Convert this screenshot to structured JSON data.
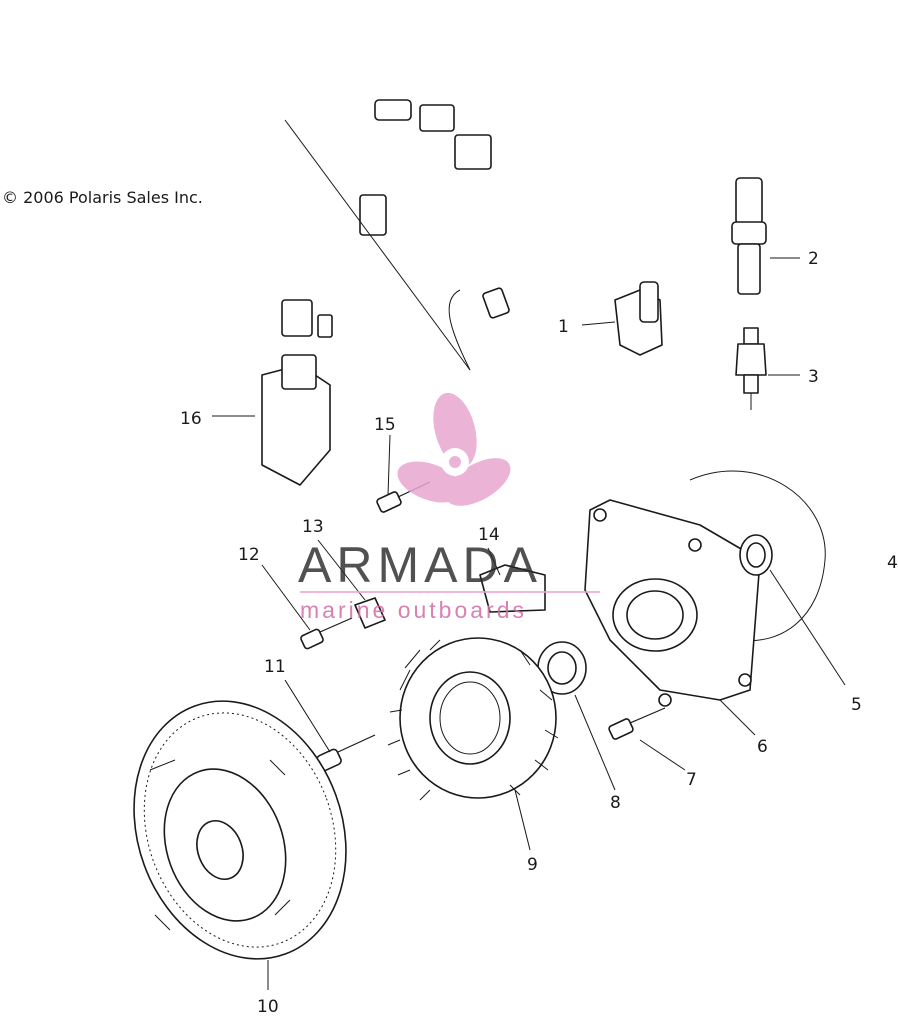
{
  "copyright": "© 2006 Polaris Sales Inc.",
  "watermark": {
    "title": "ARMADA",
    "subtitle": "marine outboards",
    "color": "#e8a6cf"
  },
  "callouts": [
    "1",
    "2",
    "3",
    "4",
    "5",
    "6",
    "7",
    "8",
    "9",
    "10",
    "11",
    "12",
    "13",
    "14",
    "15",
    "16"
  ]
}
